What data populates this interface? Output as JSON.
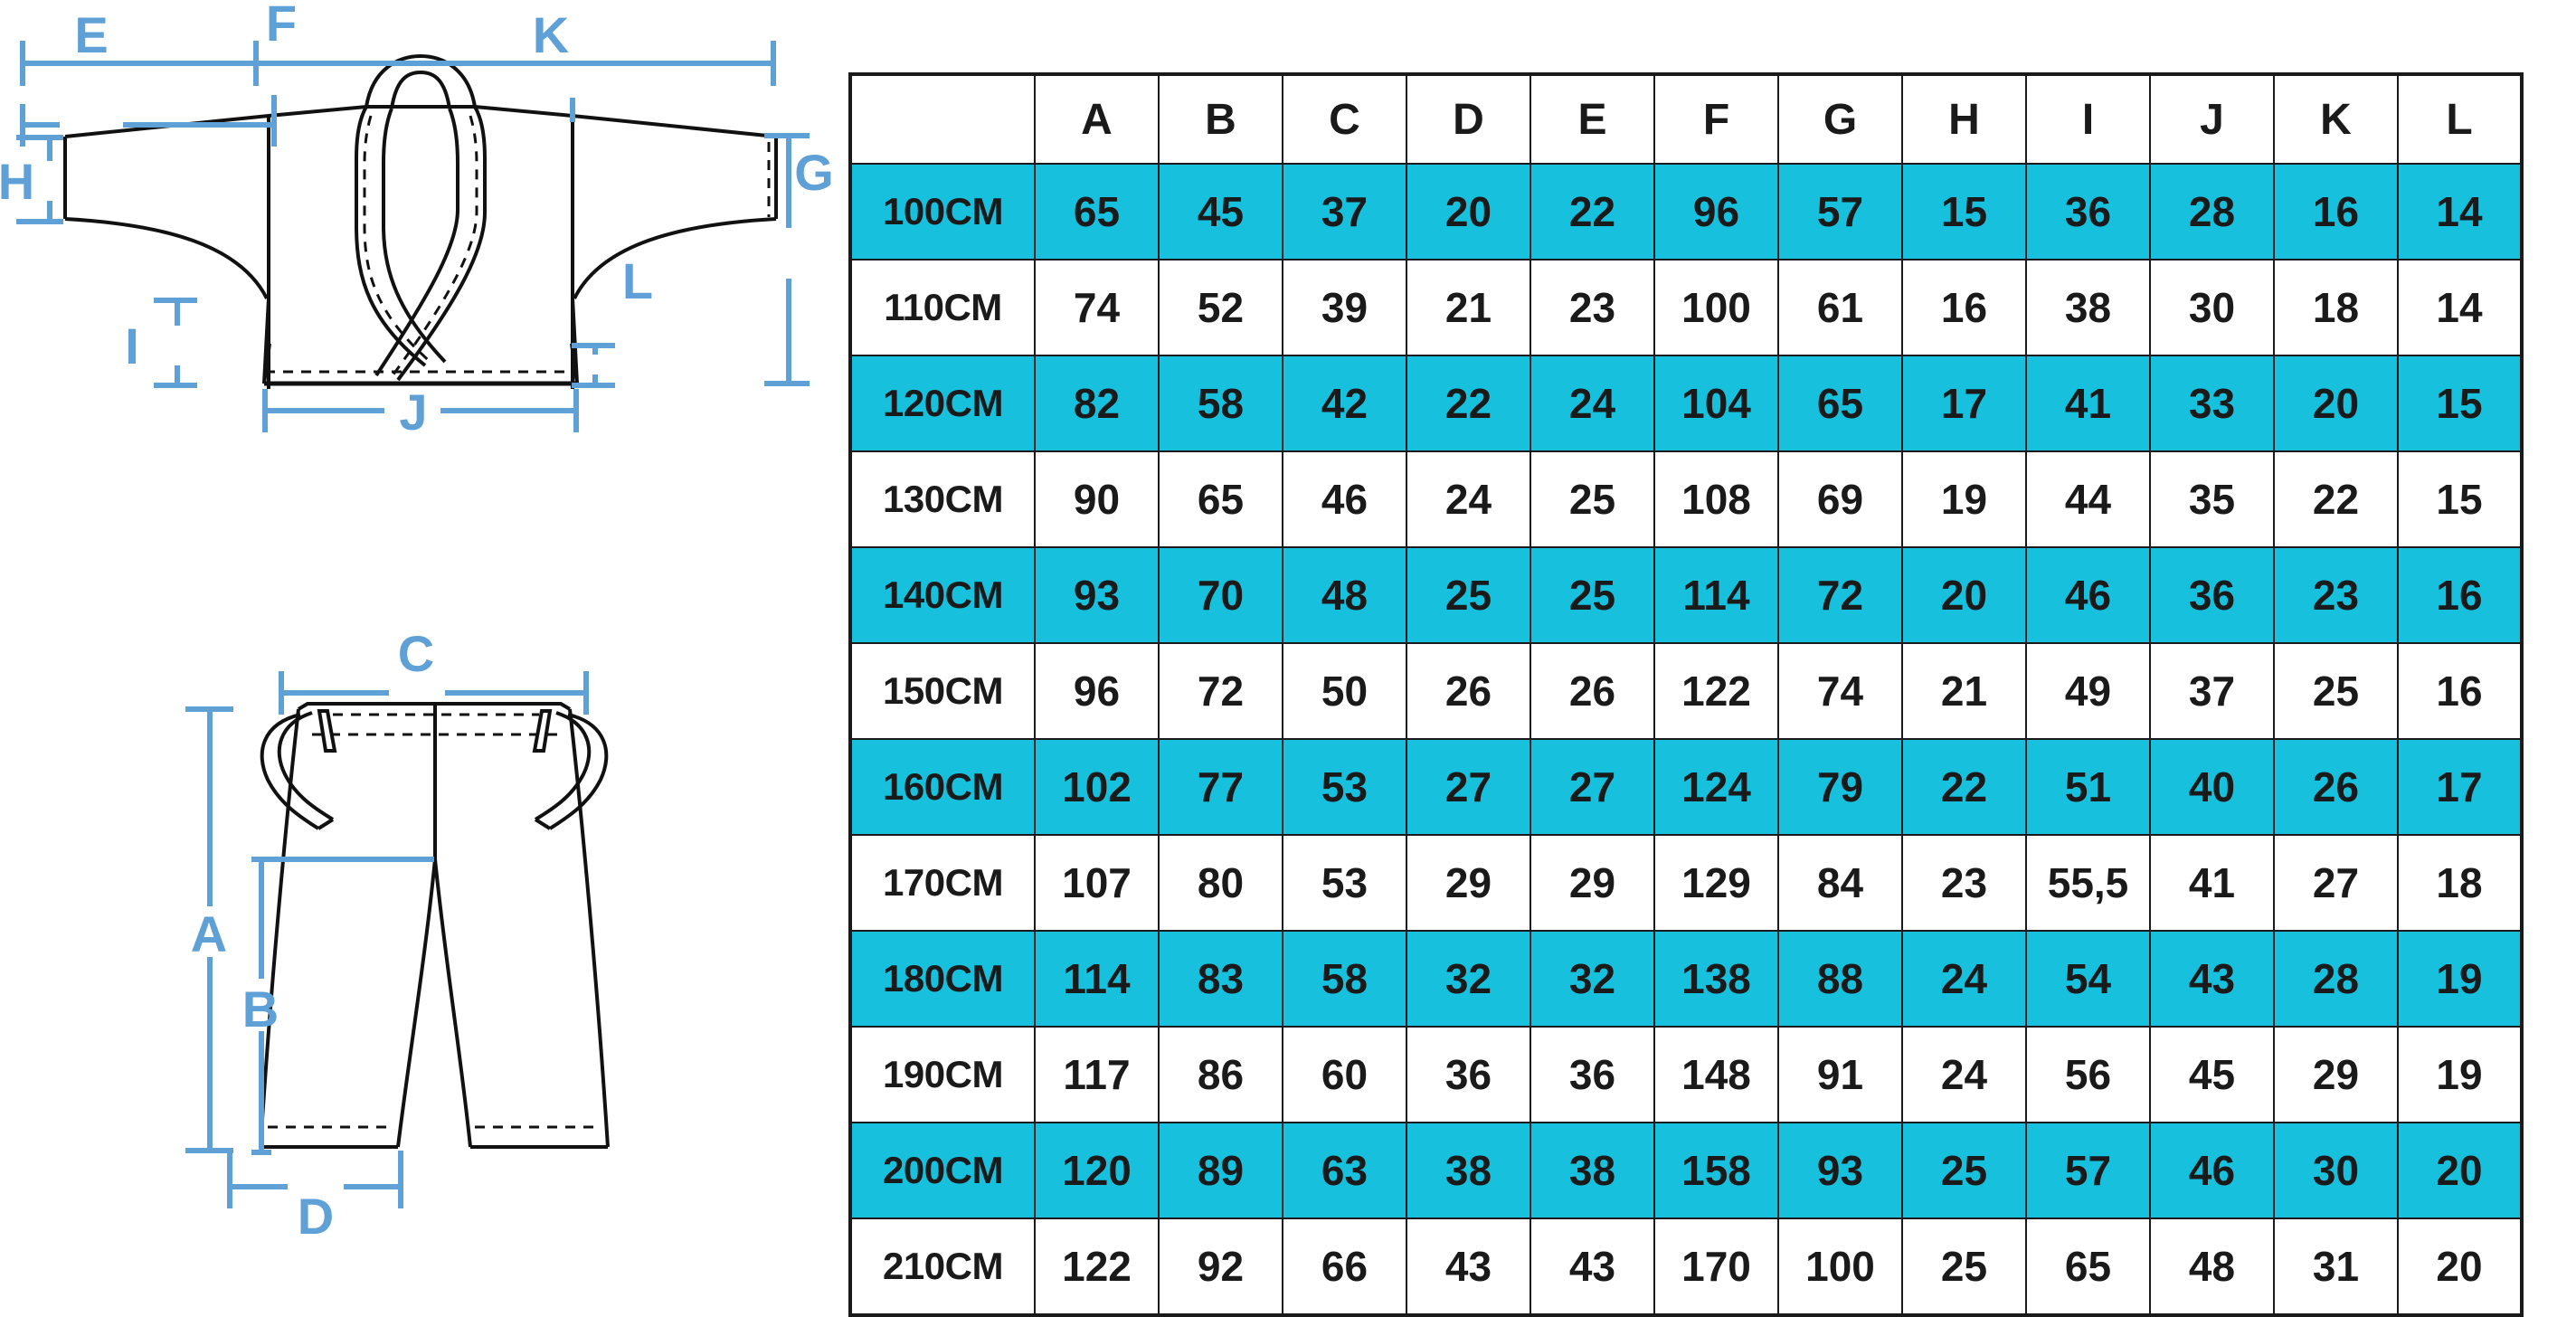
{
  "diagram": {
    "title": "martial-arts-uniform-measurement-diagram",
    "label_color": "#5fa0d6",
    "outline_color": "#111111",
    "jacket": {
      "name": "jacket-front-view",
      "labels": [
        {
          "id": "F",
          "text": "F",
          "meaning": "full-sleeve-span"
        },
        {
          "id": "E",
          "text": "E",
          "meaning": "sleeve-length"
        },
        {
          "id": "K",
          "text": "K",
          "meaning": "shoulder-to-neck"
        },
        {
          "id": "H",
          "text": "H",
          "meaning": "cuff-opening"
        },
        {
          "id": "G",
          "text": "G",
          "meaning": "jacket-total-length"
        },
        {
          "id": "I",
          "text": "I",
          "meaning": "body-length"
        },
        {
          "id": "L",
          "text": "L",
          "meaning": "side-slit"
        },
        {
          "id": "J",
          "text": "J",
          "meaning": "hem-width"
        }
      ]
    },
    "pants": {
      "name": "pants-front-view",
      "labels": [
        {
          "id": "C",
          "text": "C",
          "meaning": "waist-width"
        },
        {
          "id": "A",
          "text": "A",
          "meaning": "pants-total-length"
        },
        {
          "id": "B",
          "text": "B",
          "meaning": "inseam"
        },
        {
          "id": "D",
          "text": "D",
          "meaning": "leg-opening"
        }
      ]
    }
  },
  "chart_data": {
    "type": "table",
    "title": "",
    "accent_color": "#17c1dd",
    "border_color": "#1a1a1a",
    "row_header_label": "",
    "columns": [
      "",
      "A",
      "B",
      "C",
      "D",
      "E",
      "F",
      "G",
      "H",
      "I",
      "J",
      "K",
      "L"
    ],
    "categories": [
      "100CM",
      "110CM",
      "120CM",
      "130CM",
      "140CM",
      "150CM",
      "160CM",
      "170CM",
      "180CM",
      "190CM",
      "200CM",
      "210CM"
    ],
    "highlighted_rows": [
      0,
      2,
      4,
      6,
      8,
      10
    ],
    "rows": [
      {
        "size": "100CM",
        "values": [
          "65",
          "45",
          "37",
          "20",
          "22",
          "96",
          "57",
          "15",
          "36",
          "28",
          "16",
          "14"
        ]
      },
      {
        "size": "110CM",
        "values": [
          "74",
          "52",
          "39",
          "21",
          "23",
          "100",
          "61",
          "16",
          "38",
          "30",
          "18",
          "14"
        ]
      },
      {
        "size": "120CM",
        "values": [
          "82",
          "58",
          "42",
          "22",
          "24",
          "104",
          "65",
          "17",
          "41",
          "33",
          "20",
          "15"
        ]
      },
      {
        "size": "130CM",
        "values": [
          "90",
          "65",
          "46",
          "24",
          "25",
          "108",
          "69",
          "19",
          "44",
          "35",
          "22",
          "15"
        ]
      },
      {
        "size": "140CM",
        "values": [
          "93",
          "70",
          "48",
          "25",
          "25",
          "114",
          "72",
          "20",
          "46",
          "36",
          "23",
          "16"
        ]
      },
      {
        "size": "150CM",
        "values": [
          "96",
          "72",
          "50",
          "26",
          "26",
          "122",
          "74",
          "21",
          "49",
          "37",
          "25",
          "16"
        ]
      },
      {
        "size": "160CM",
        "values": [
          "102",
          "77",
          "53",
          "27",
          "27",
          "124",
          "79",
          "22",
          "51",
          "40",
          "26",
          "17"
        ]
      },
      {
        "size": "170CM",
        "values": [
          "107",
          "80",
          "53",
          "29",
          "29",
          "129",
          "84",
          "23",
          "55,5",
          "41",
          "27",
          "18"
        ]
      },
      {
        "size": "180CM",
        "values": [
          "114",
          "83",
          "58",
          "32",
          "32",
          "138",
          "88",
          "24",
          "54",
          "43",
          "28",
          "19"
        ]
      },
      {
        "size": "190CM",
        "values": [
          "117",
          "86",
          "60",
          "36",
          "36",
          "148",
          "91",
          "24",
          "56",
          "45",
          "29",
          "19"
        ]
      },
      {
        "size": "200CM",
        "values": [
          "120",
          "89",
          "63",
          "38",
          "38",
          "158",
          "93",
          "25",
          "57",
          "46",
          "30",
          "20"
        ]
      },
      {
        "size": "210CM",
        "values": [
          "122",
          "92",
          "66",
          "43",
          "43",
          "170",
          "100",
          "25",
          "65",
          "48",
          "31",
          "20"
        ]
      }
    ]
  }
}
